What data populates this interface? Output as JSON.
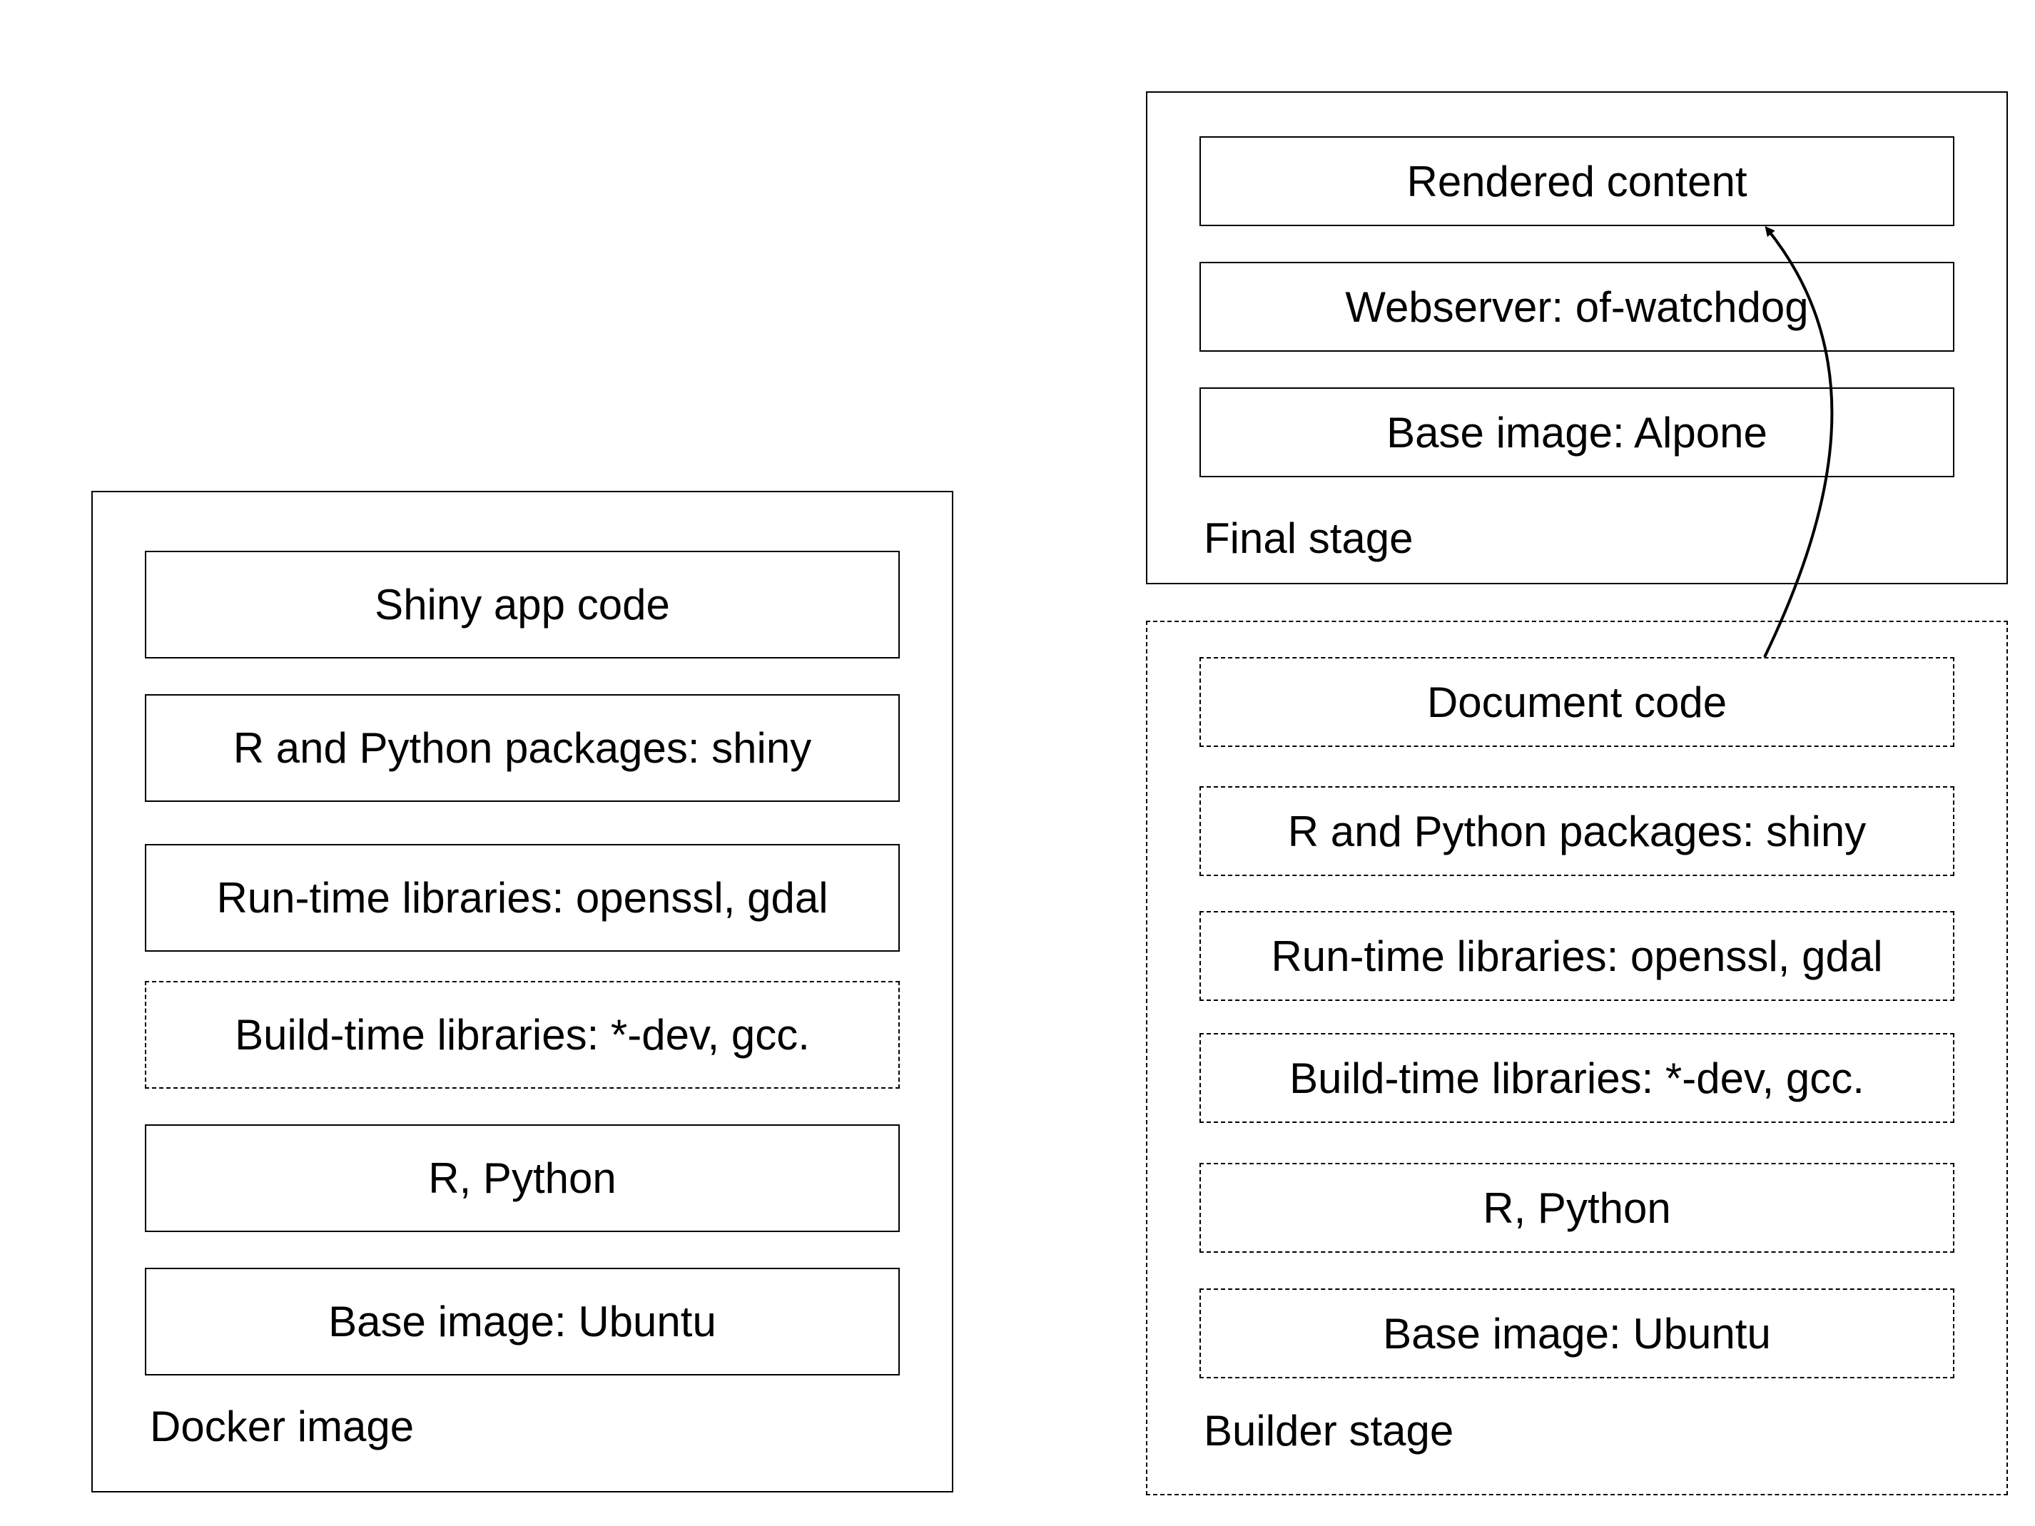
{
  "docker_image": {
    "label": "Docker image",
    "layers": [
      {
        "label": "Shiny app code",
        "style": "solid"
      },
      {
        "label": "R and Python packages: shiny",
        "style": "solid"
      },
      {
        "label": "Run-time libraries: openssl, gdal",
        "style": "solid"
      },
      {
        "label": "Build-time libraries: *-dev, gcc.",
        "style": "dashed"
      },
      {
        "label": "R, Python",
        "style": "solid"
      },
      {
        "label": "Base image: Ubuntu",
        "style": "solid"
      }
    ]
  },
  "final_stage": {
    "label": "Final stage",
    "layers": [
      {
        "label": "Rendered content",
        "style": "solid"
      },
      {
        "label": "Webserver: of-watchdog",
        "style": "solid"
      },
      {
        "label": "Base image: Alpone",
        "style": "solid"
      }
    ]
  },
  "builder_stage": {
    "label": "Builder stage",
    "layers": [
      {
        "label": "Document code",
        "style": "dashed"
      },
      {
        "label": "R and Python packages: shiny",
        "style": "dashed"
      },
      {
        "label": "Run-time libraries: openssl, gdal",
        "style": "dashed"
      },
      {
        "label": "Build-time libraries: *-dev, gcc.",
        "style": "dashed"
      },
      {
        "label": "R, Python",
        "style": "dashed"
      },
      {
        "label": "Base image: Ubuntu",
        "style": "dashed"
      }
    ]
  },
  "colors": {
    "stroke": "#000000",
    "background": "#ffffff"
  }
}
